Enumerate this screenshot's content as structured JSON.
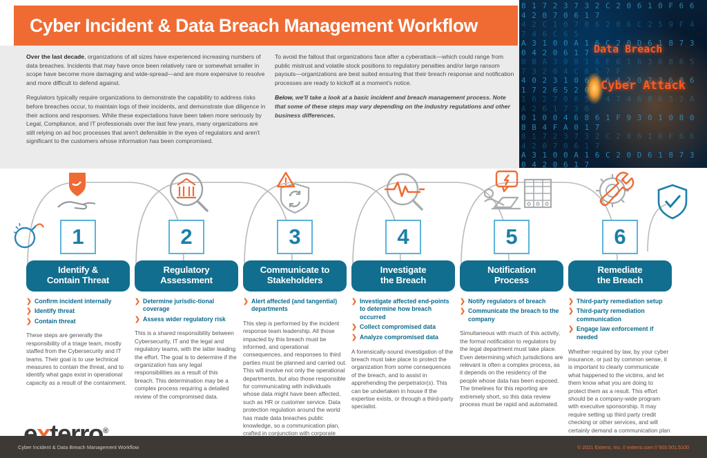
{
  "header": {
    "title": "Cyber Incident & Data Breach Management Workflow"
  },
  "hero": {
    "matrix_lines": [
      "8 1 7 2 3 7 3 2 C 2 0 6 1 0 F 6 6 4 2 0 7 0 6 1 7",
      "4 2 C 1 0 7 0 6 2 0 6 C 2 5 9 F 4 7 4 6 C 6 5",
      "A 3 1 0 0 A 1 6 C 2 0 D 6 1 8 7 3 0 4 2 0 6 1 7",
      "0 B A 3 0 0 1 6 F 6 1 6 3 6 8 6 5 7 3 2 0 4 C 6 5 7 F",
      "4 0 2 3 1 0 6 5 6 4 2 0 7 3 6 8 6 1 7 2 6 5 2 0",
      "1 6 2 7 0 6 5 7 4 7 4 6 8 6 5 2 A A 2 6 1 7 3 6",
      "0 1 0 0 4 6 8 6 1 F 9 3 0 1 0 8 0 8 B 4 F A 0 1 7"
    ],
    "glow_label": "0",
    "text_1": "Data Breach",
    "text_2": "Cyber Attack"
  },
  "intro": {
    "left": [
      {
        "lead": "Over the last decade",
        "rest": ", organizations of all sizes have experienced increasing numbers of data breaches. Incidents that may have once been relatively rare or somewhat smaller in scope have become more damaging and wide-spread—and are more expensive to resolve and more difficult to defend against."
      },
      {
        "lead": "",
        "rest": "Regulators typically require organizations to demonstrate the capability to address risks before breaches occur, to maintain logs of their incidents, and demonstrate due diligence in their actions and responses. While these expectations have been taken more seriously by Legal, Compliance, and IT professionals over the last few years, many organizations are still relying on ad hoc processes that aren't defensible in the eyes of regulators and aren't significant to the customers whose information has been compromised."
      }
    ],
    "right": [
      {
        "lead": "",
        "rest": "To avoid the fallout that organizations face after a cyberattack—which could range from public mistrust and volatile stock positions to regulatory penalties and/or large ransom payouts—organizations are best suited ensuring that their breach response and notification processes are ready to kickoff at a moment's notice."
      }
    ],
    "note_lead": "Below",
    "note_rest": ", we'll take a look at a basic incident and breach management process. Note that some of these steps may vary depending on the industry regulations and other business differences."
  },
  "steps": [
    {
      "number": "1",
      "icon": "shield-in-hand-icon",
      "title": "Identify &\nContain Threat",
      "bullets": [
        "Confirm incident internally",
        "Identify threat",
        "Contain threat"
      ],
      "body": "These steps are generally the responsibility of a triage team, mostly staffed from the Cybersecurity and IT teams. Their goal is to use technical measures to contain the threat, and to identify what gaps exist in operational capacity as a result of the containment."
    },
    {
      "number": "2",
      "icon": "magnifier-over-bank-icon",
      "title": "Regulatory\nAssessment",
      "bullets": [
        "Determine jurisdic-tional coverage",
        "Assess wider regulatory risk"
      ],
      "body": "This is a shared responsibility between Cybersecurity, IT and the legal and regulatory teams, with the latter leading the effort. The goal is to determine if the organization has any legal responsibilities as a result of this breach. This determination may be a complex process requiring a detailed review of the compromised data."
    },
    {
      "number": "3",
      "icon": "shield-alert-sync-icon",
      "title": "Communicate to\nStakeholders",
      "bullets": [
        "Alert affected (and tangential) departments"
      ],
      "body": "This step is performed by the incident response team leadership. All those impacted by this breach must be informed, and operational consequences, and responses to third parties must be planned and carried out. This will involve not only the operational departments, but also those responsible for communicating with individuals whose data might have been affected, such as HR or customer service. Data protection regulation around the world has made data breaches public knowledge, so a communication plan, crafted in conjunction with corporate communications, is crucial."
    },
    {
      "number": "4",
      "icon": "magnifier-pulse-icon",
      "title": "Investigate\nthe Breach",
      "bullets": [
        "Investigate affected end-points to determine how breach occurred",
        "Collect compromised data",
        "Analyze compromised data"
      ],
      "body": "A forensically-sound investigation of the breach must take place to protect the organization from some consequences of the breach, and to assist in apprehending the perpetrator(s). This can be undertaken in house if the expertise exists, or through a third-party specialist."
    },
    {
      "number": "5",
      "icon": "person-laptop-alert-icon",
      "title": "Notification\nProcess",
      "bullets": [
        "Notify regulators of breach",
        "Communicate the breach to the company"
      ],
      "body": "Simultaneous with much of this activity, the formal notification to regulators by the legal department must take place. Even determining which jurisdictions are relevant is often a complex process, as it depends on the residency of the people whose data has been exposed. The timelines for this reporting are extremely short, so this data review process must be rapid and automated."
    },
    {
      "number": "6",
      "icon": "wrench-gear-icon",
      "title": "Remediate\nthe Breach",
      "bullets": [
        "Third-party remediation setup",
        "Third-party remediation communication",
        "Engage law enforcement if needed"
      ],
      "body": "Whether required by law, by your cyber insurance, or just by common sense, it is important to clearly communicate what happened to the victims, and let them know what you are doing to protect them as a result. This effort should be a company-wide program with executive sponsorship. It may require setting up third party credit checking or other services, and will certainly demand a communication plan with the affected individuals. If there is any indication of possible criminal activity, law enforcement should be engaged as soon as possible."
    }
  ],
  "brand": {
    "logo_text": "exterro",
    "logo_accent_letter": "x",
    "registered": "®"
  },
  "footer": {
    "left": "Cyber Incident & Data Breach Management Workflow",
    "right": "© 2021 Exterro, Inc. // exterro.com // 503.501.5100"
  },
  "colors": {
    "orange": "#ef6b33",
    "teal": "#116e8e",
    "light_blue": "#5bb3d9",
    "bullet_blue": "#0d6b8d",
    "footer_bg": "#3d3935",
    "intro_bg": "#ebebeb"
  }
}
